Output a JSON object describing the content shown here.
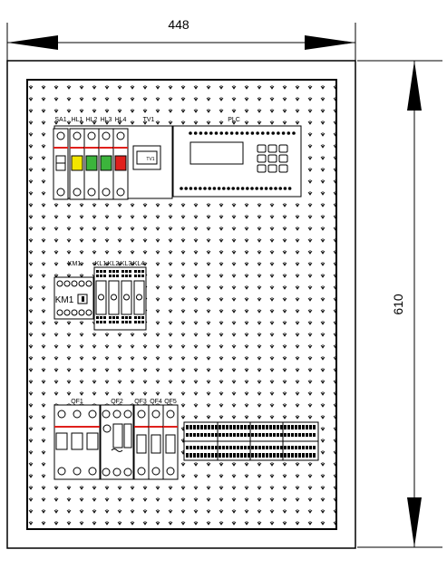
{
  "dimensions": {
    "width_label": "448",
    "height_label": "610"
  },
  "labels": {
    "sa1": "SA1",
    "hl1": "HL1",
    "hl2": "HL2",
    "hl3": "HL3",
    "hl4": "HL4",
    "tv1": "TV1",
    "tv1_body": "TV1",
    "plc": "PLC",
    "km1": "KM1",
    "km1_body": "KM1",
    "kl1": "KL1",
    "kl2": "KL2",
    "kl3": "KL3",
    "kl4": "KL4",
    "qf1": "QF1",
    "qf2": "QF2",
    "qf3": "QF3",
    "qf4": "QF4",
    "qf5": "QF5"
  },
  "colors": {
    "line": "#000000",
    "lamp_hl1": "#f2e600",
    "lamp_hl2": "#3cb43c",
    "lamp_hl3": "#3cb43c",
    "lamp_hl4": "#e0201c",
    "breaker_band": "#e0201c",
    "panel_pattern": "#000000"
  },
  "icons": [
    "dimension-arrow",
    "terminal-screw",
    "pilot-lamp",
    "switch-toggle"
  ]
}
